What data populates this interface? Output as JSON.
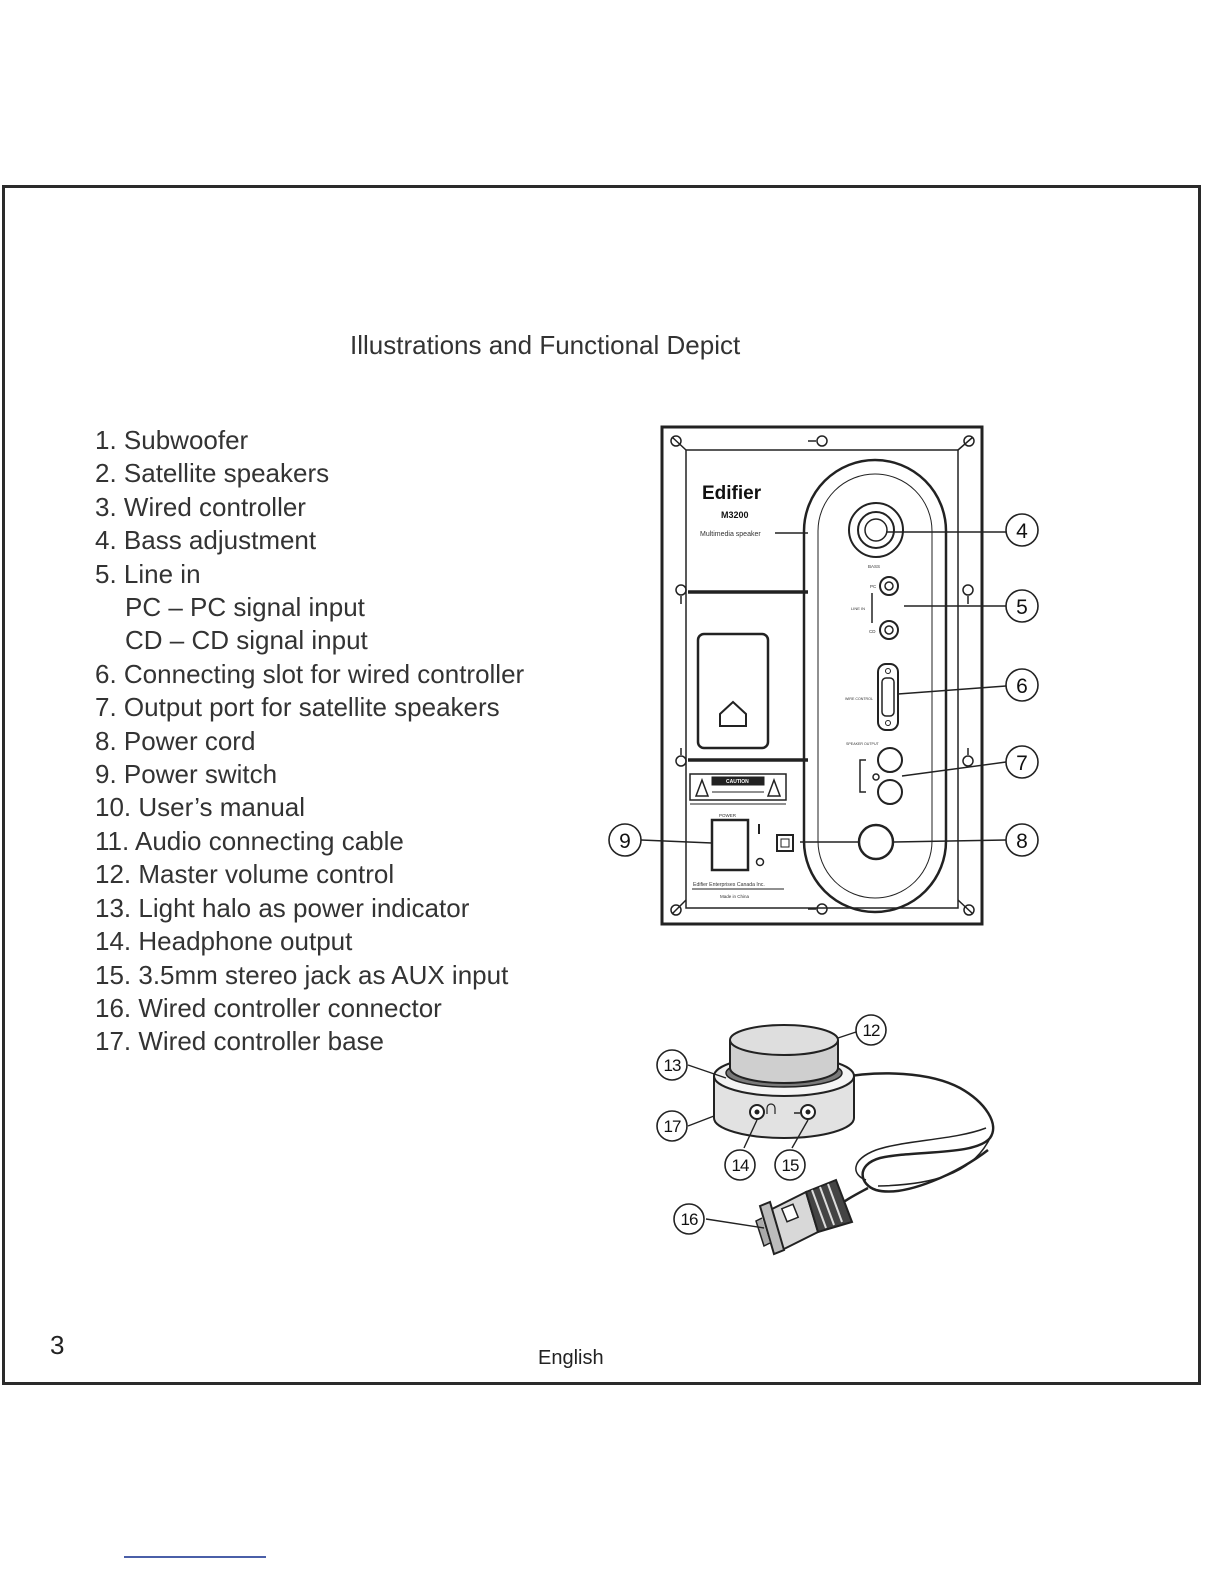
{
  "title": "Illustrations and Functional Depict",
  "features": [
    {
      "text": "1. Subwoofer",
      "sub": false
    },
    {
      "text": "2. Satellite speakers",
      "sub": false
    },
    {
      "text": "3. Wired controller",
      "sub": false
    },
    {
      "text": "4. Bass adjustment",
      "sub": false
    },
    {
      "text": "5. Line in",
      "sub": false
    },
    {
      "text": "PC – PC signal input",
      "sub": true
    },
    {
      "text": "CD – CD signal input",
      "sub": true
    },
    {
      "text": "6. Connecting slot for wired controller",
      "sub": false
    },
    {
      "text": "7. Output port for satellite speakers",
      "sub": false
    },
    {
      "text": "8. Power cord",
      "sub": false
    },
    {
      "text": "9. Power switch",
      "sub": false
    },
    {
      "text": "10. User’s manual",
      "sub": false
    },
    {
      "text": "11. Audio connecting cable",
      "sub": false
    },
    {
      "text": "12. Master volume control",
      "sub": false
    },
    {
      "text": "13. Light halo as power indicator",
      "sub": false
    },
    {
      "text": "14. Headphone output",
      "sub": false
    },
    {
      "text": "15. 3.5mm stereo jack as AUX input",
      "sub": false
    },
    {
      "text": "16. Wired controller connector",
      "sub": false
    },
    {
      "text": "17. Wired controller base",
      "sub": false
    }
  ],
  "speaker_panel": {
    "brand": "Edifier",
    "model": "M3200",
    "subtitle": "Multimedia speaker",
    "bass_label": "BASS",
    "line_in_label": "LINE IN",
    "pc_label": "PC",
    "cd_label": "CD",
    "wire_control_label": "WIRE CONTROL",
    "speaker_out_label": "SPEAKER OUTPUT",
    "caution_label": "CAUTION",
    "power_label": "POWER",
    "maker_label": "Edifier Enterprises Canada Inc.",
    "made_in_label": "Made in China"
  },
  "callouts": {
    "c4": "4",
    "c5": "5",
    "c6": "6",
    "c7": "7",
    "c8": "8",
    "c9": "9",
    "c12": "12",
    "c13": "13",
    "c14": "14",
    "c15": "15",
    "c16": "16",
    "c17": "17"
  },
  "footer": {
    "page_number": "3",
    "language": "English"
  }
}
